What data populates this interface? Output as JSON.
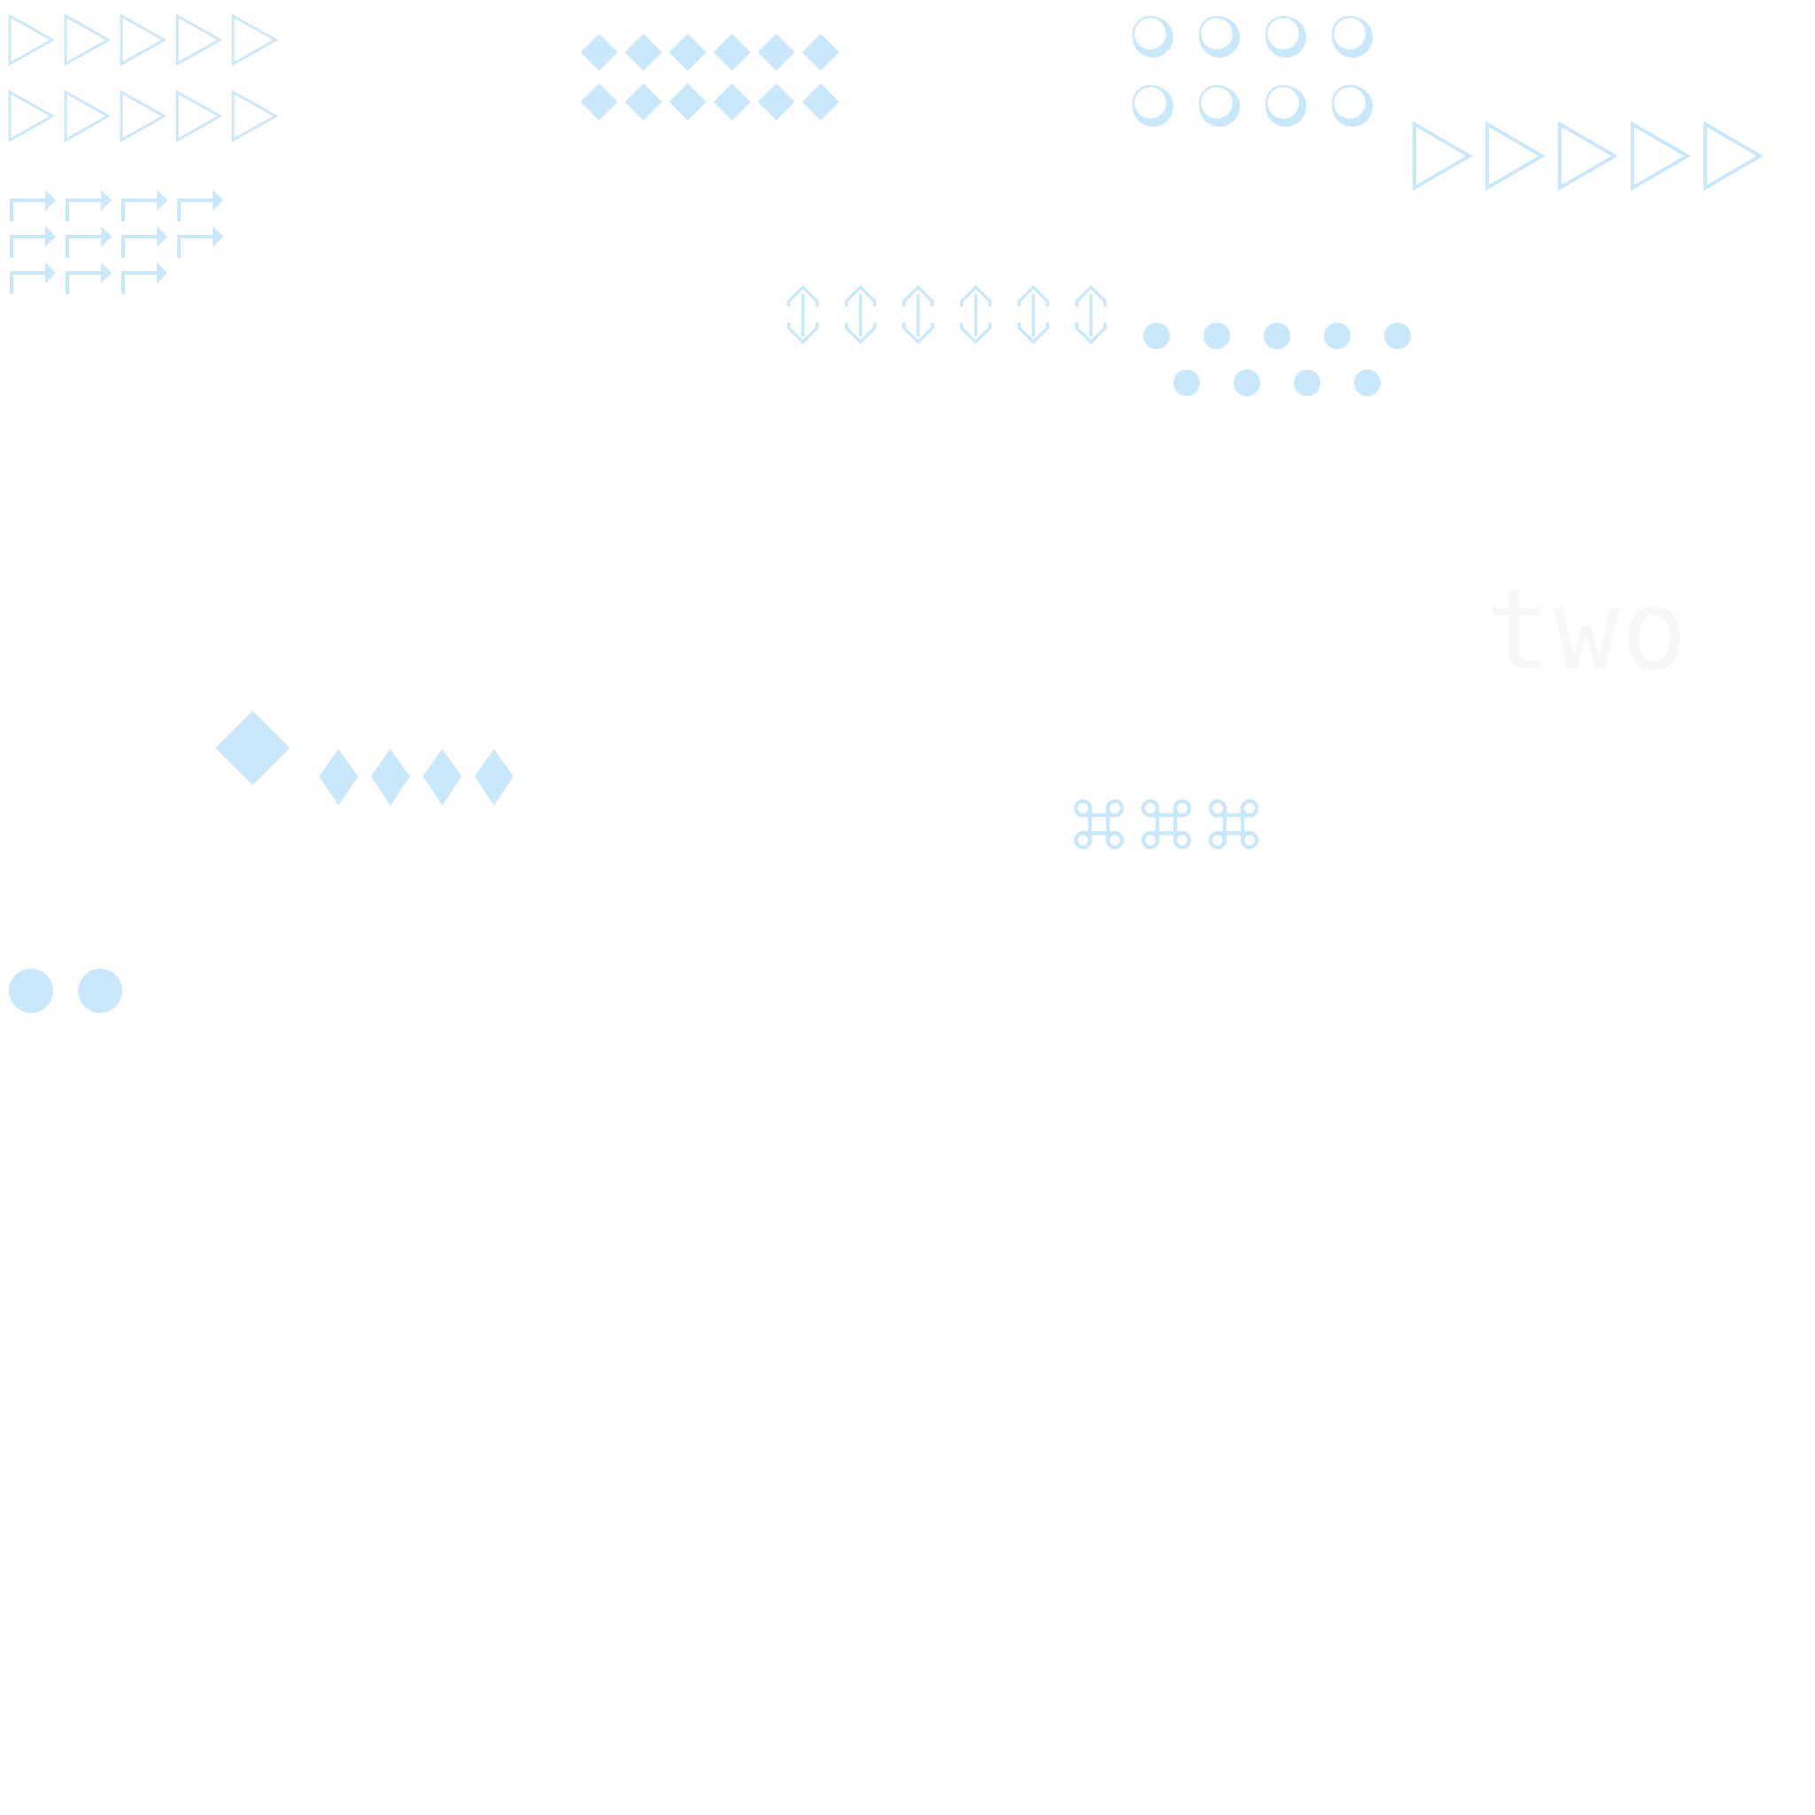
{
  "colors": {
    "background": "#ffffff",
    "glyph": "#c9e8fb",
    "faint_text": "#f7f7f7"
  },
  "word": "two",
  "glyph_groups": [
    {
      "name": "outlined-triangles-small",
      "icon": "triangle-right-outline-icon",
      "count": 10,
      "rows": 2,
      "per_row": 5
    },
    {
      "name": "filled-diamonds-small",
      "icon": "diamond-filled-icon",
      "count": 12,
      "rows": 2,
      "per_row": 6
    },
    {
      "name": "outlined-circles",
      "icon": "circle-outline-icon",
      "count": 8,
      "rows": 2,
      "per_row": 4
    },
    {
      "name": "outlined-triangles-large",
      "icon": "triangle-right-outline-icon",
      "count": 5,
      "rows": 1,
      "per_row": 5
    },
    {
      "name": "corner-right-arrows",
      "icon": "corner-up-right-arrow-icon",
      "count": 11,
      "rows": 3,
      "per_row": 4
    },
    {
      "name": "up-down-arrows",
      "icon": "up-down-arrow-icon",
      "count": 6,
      "rows": 1,
      "per_row": 6
    },
    {
      "name": "filled-dots",
      "icon": "dot-filled-icon",
      "count": 9,
      "rows": 2,
      "per_row": 5
    },
    {
      "name": "large-diamond",
      "icon": "diamond-filled-icon",
      "count": 1,
      "rows": 1,
      "per_row": 1
    },
    {
      "name": "tall-diamonds",
      "icon": "diamond-filled-icon",
      "count": 4,
      "rows": 1,
      "per_row": 4
    },
    {
      "name": "command-keys",
      "icon": "command-key-icon",
      "count": 3,
      "rows": 1,
      "per_row": 3
    },
    {
      "name": "large-dots",
      "icon": "dot-filled-icon",
      "count": 2,
      "rows": 1,
      "per_row": 2
    }
  ]
}
